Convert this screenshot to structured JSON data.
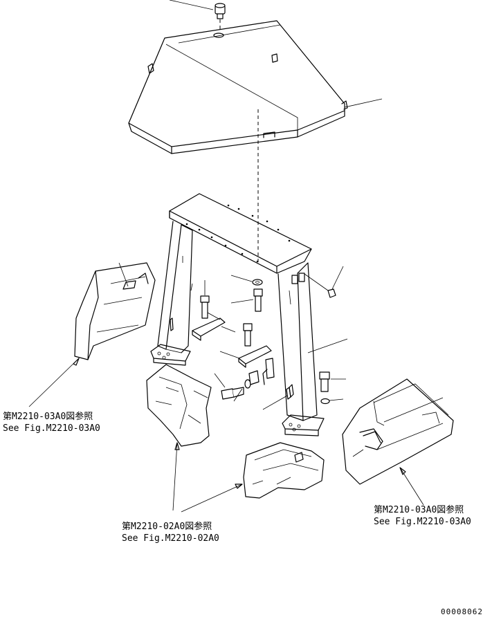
{
  "references": {
    "left": {
      "jp": "第M2210-03A0図参照",
      "en": "See Fig.M2210-03A0"
    },
    "bottom": {
      "jp": "第M2210-02A0図参照",
      "en": "See Fig.M2210-02A0"
    },
    "right": {
      "jp": "第M2210-03A0図参照",
      "en": "See Fig.M2210-03A0"
    }
  },
  "drawing_number": "00008062"
}
